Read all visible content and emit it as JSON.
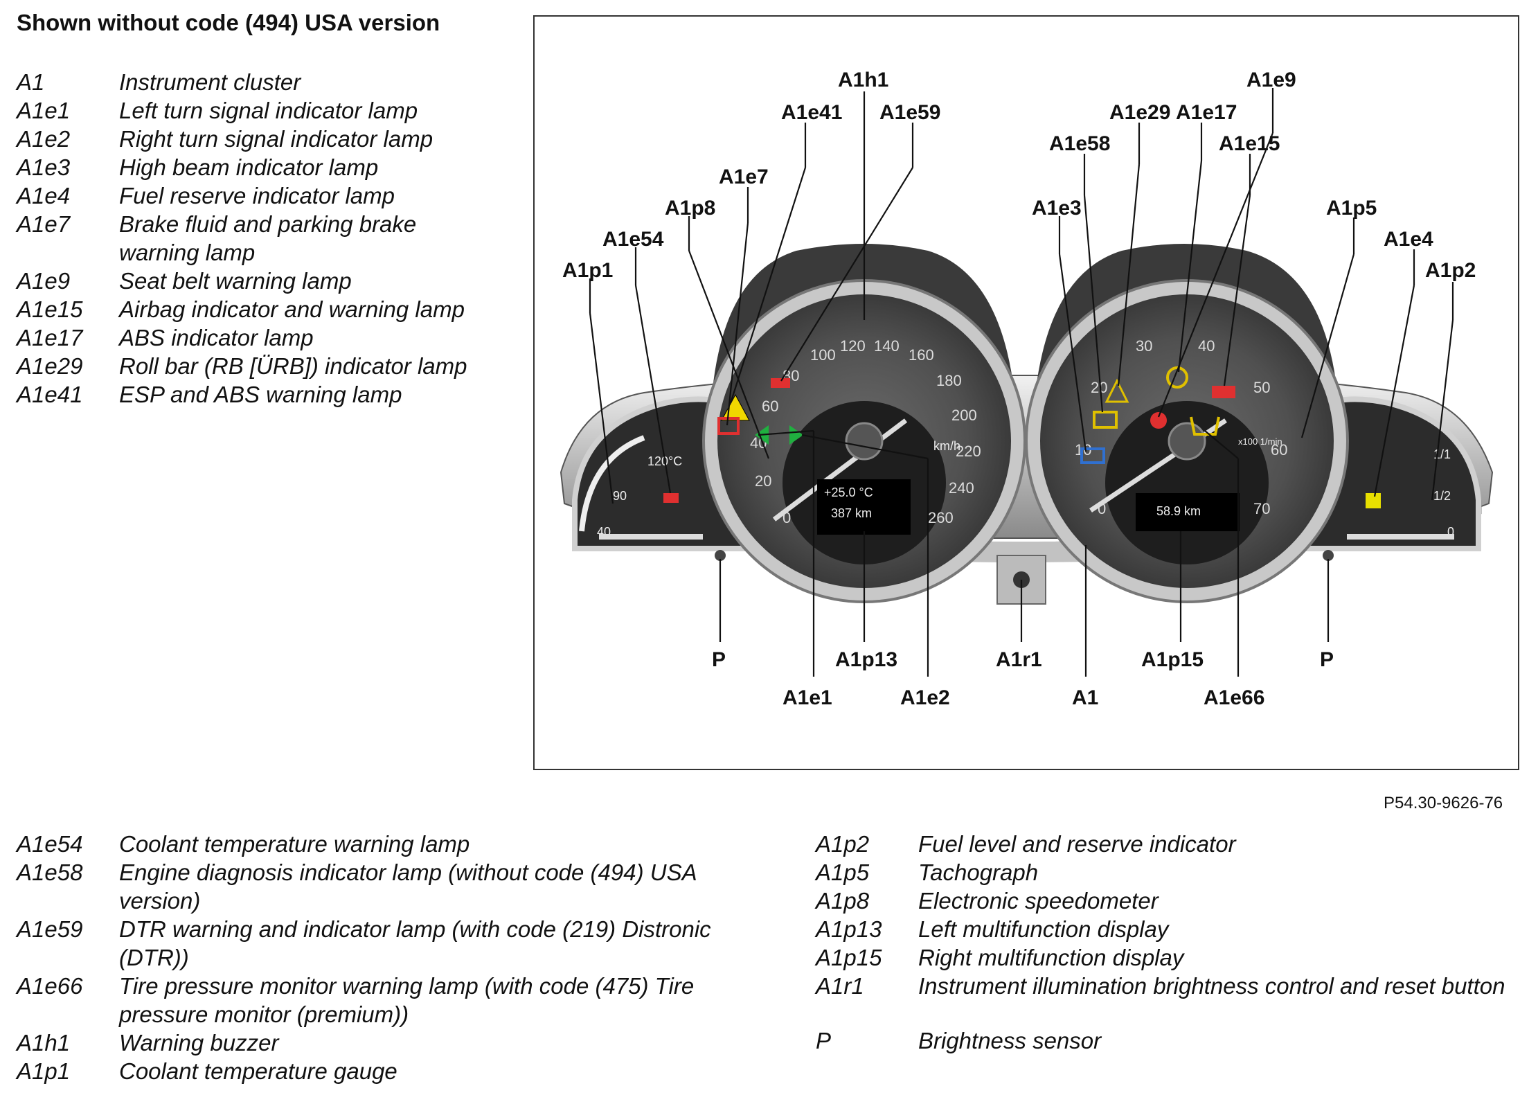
{
  "heading": "Shown without code (494) USA version",
  "legend_top": [
    {
      "code": "A1",
      "desc": "Instrument cluster"
    },
    {
      "code": "A1e1",
      "desc": "Left turn signal indicator lamp"
    },
    {
      "code": "A1e2",
      "desc": "Right turn signal indicator lamp"
    },
    {
      "code": "A1e3",
      "desc": "High beam indicator lamp"
    },
    {
      "code": "A1e4",
      "desc": "Fuel reserve indicator lamp"
    },
    {
      "code": "A1e7",
      "desc": "Brake fluid and parking brake warning lamp"
    },
    {
      "code": "A1e9",
      "desc": "Seat belt warning lamp"
    },
    {
      "code": "A1e15",
      "desc": "Airbag indicator and warning lamp"
    },
    {
      "code": "A1e17",
      "desc": "ABS indicator lamp"
    },
    {
      "code": "A1e29",
      "desc": "Roll bar (RB [ÜRB]) indicator lamp"
    },
    {
      "code": "A1e41",
      "desc": "ESP and ABS warning lamp"
    }
  ],
  "legend_bottom_left": [
    {
      "code": "A1e54",
      "desc": "Coolant temperature warning lamp"
    },
    {
      "code": "A1e58",
      "desc": "Engine diagnosis indicator lamp (without code (494) USA version)"
    },
    {
      "code": "A1e59",
      "desc": "DTR warning and indicator lamp (with code (219) Distronic (DTR))"
    },
    {
      "code": "A1e66",
      "desc": "Tire pressure monitor warning lamp (with code (475) Tire pressure monitor (premium))"
    },
    {
      "code": "A1h1",
      "desc": "Warning buzzer"
    },
    {
      "code": "A1p1",
      "desc": "Coolant temperature gauge"
    }
  ],
  "legend_bottom_right": [
    {
      "code": "A1p2",
      "desc": "Fuel level and reserve indicator"
    },
    {
      "code": "A1p5",
      "desc": "Tachograph"
    },
    {
      "code": "A1p8",
      "desc": "Electronic speedometer"
    },
    {
      "code": "A1p13",
      "desc": "Left multifunction display"
    },
    {
      "code": "A1p15",
      "desc": "Right multifunction display"
    },
    {
      "code": "A1r1",
      "desc": "Instrument illumination brightness control and reset button"
    },
    {
      "code": "P",
      "desc": "Brightness sensor"
    }
  ],
  "figure_ref": "P54.30-9626-76",
  "diagram": {
    "callouts": {
      "A1h1": "A1h1",
      "A1e41": "A1e41",
      "A1e59": "A1e59",
      "A1e7": "A1e7",
      "A1p8": "A1p8",
      "A1e54": "A1e54",
      "A1p1": "A1p1",
      "A1e9": "A1e9",
      "A1e29": "A1e29",
      "A1e17": "A1e17",
      "A1e58": "A1e58",
      "A1e15": "A1e15",
      "A1e3": "A1e3",
      "A1p5": "A1p5",
      "A1e4": "A1e4",
      "A1p2": "A1p2",
      "P_left": "P",
      "A1p13": "A1p13",
      "A1r1": "A1r1",
      "A1p15": "A1p15",
      "P_right": "P",
      "A1e1": "A1e1",
      "A1e2": "A1e2",
      "A1": "A1",
      "A1e66": "A1e66"
    },
    "speedo_ticks": [
      "0",
      "20",
      "40",
      "60",
      "80",
      "100",
      "120",
      "140",
      "160",
      "180",
      "200",
      "220",
      "240",
      "260"
    ],
    "speedo_unit": "km/h",
    "tacho_ticks": [
      "0",
      "10",
      "20",
      "30",
      "40",
      "50",
      "60",
      "70"
    ],
    "tacho_unit": "x100 1/min",
    "coolant_ticks": [
      "40",
      "90",
      "120°C"
    ],
    "fuel_ticks": [
      "1/1",
      "1/2",
      "0"
    ],
    "left_display_temp": "+25.0 °C",
    "left_display_range": "387 km",
    "right_display_trip": "58.9 km"
  }
}
